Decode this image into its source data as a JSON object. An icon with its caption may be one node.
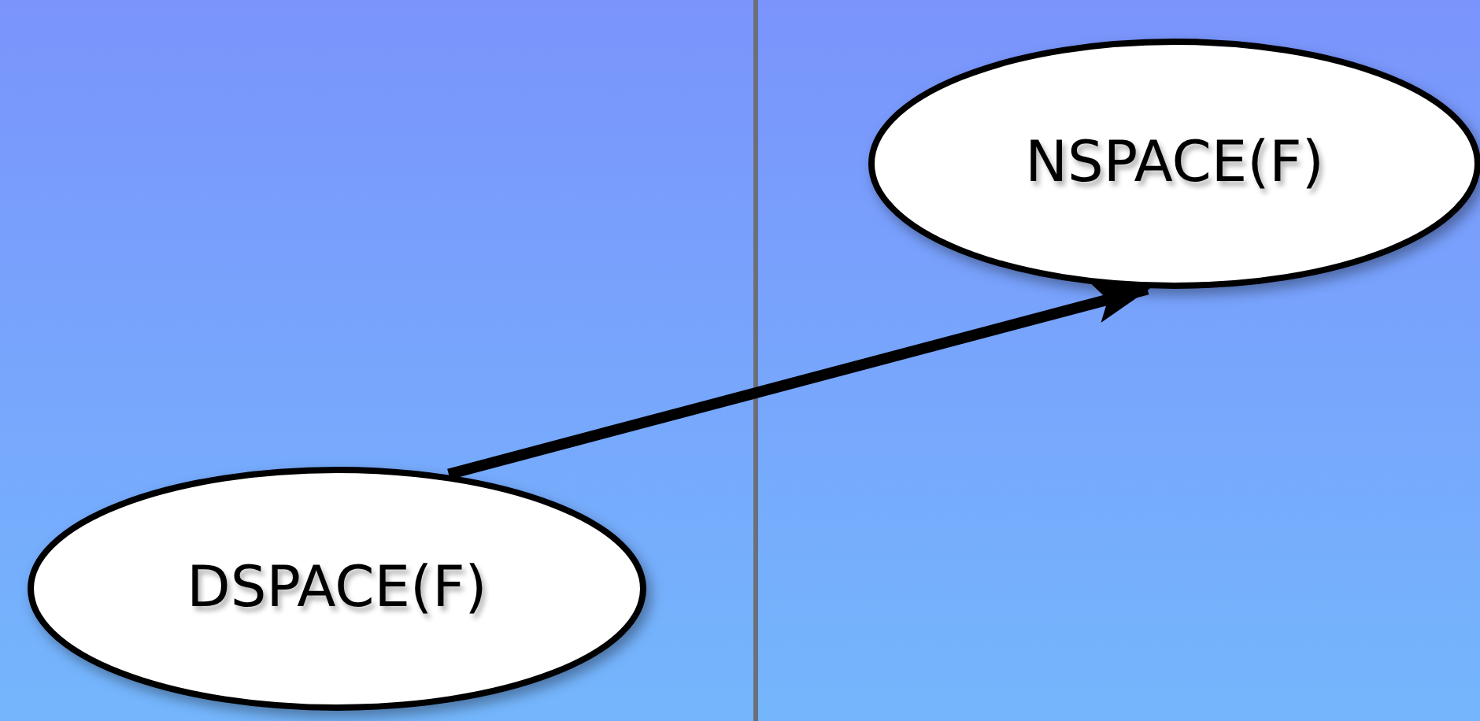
{
  "diagram": {
    "nodes": [
      {
        "text": [
          "DSPACE(F)"
        ]
      },
      {
        "text": [
          "NSPACE(F)"
        ]
      }
    ],
    "edges": [
      {
        "from": 0,
        "to": 1,
        "arrow": "to"
      }
    ]
  }
}
